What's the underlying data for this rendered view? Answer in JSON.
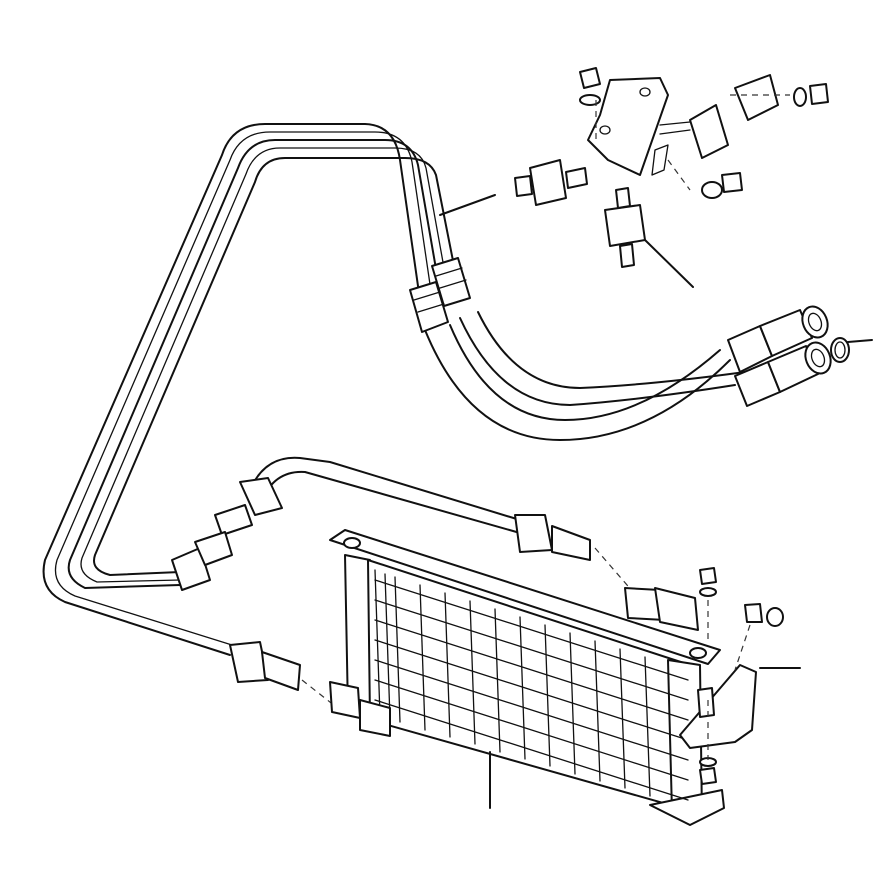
{
  "figure": {
    "kind": "exploded parts diagram",
    "components": [
      {
        "id": "oil-cooler",
        "icon": "radiator-core"
      },
      {
        "id": "cooler-pipes",
        "icon": "bent-tube"
      },
      {
        "id": "flexible-hoses",
        "icon": "hose"
      },
      {
        "id": "rubber-mounting",
        "icon": "bobbin-mount"
      },
      {
        "id": "mounting-bracket",
        "icon": "bracket"
      },
      {
        "id": "pipe-clips",
        "icon": "clip"
      },
      {
        "id": "sealing-washer",
        "icon": "o-ring"
      },
      {
        "id": "cooler-bracket",
        "icon": "angle-bracket"
      }
    ],
    "leader_lines": 5,
    "line_color": "#111111",
    "background": "#ffffff"
  }
}
